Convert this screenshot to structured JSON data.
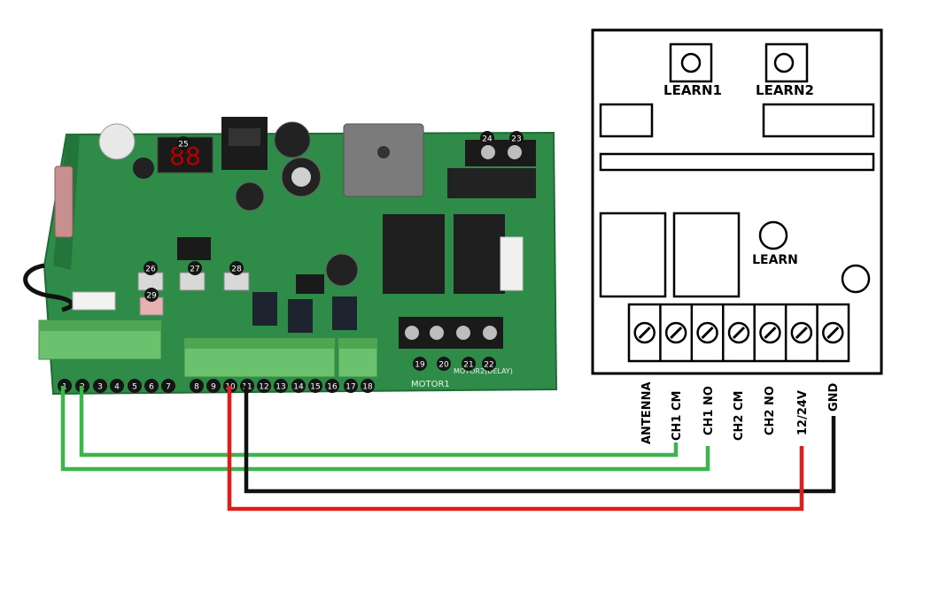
{
  "board": {
    "numbers": {
      "n1": "1",
      "n2": "2",
      "n3": "3",
      "n4": "4",
      "n5": "5",
      "n6": "6",
      "n7": "7",
      "n8": "8",
      "n9": "9",
      "n10": "10",
      "n11": "11",
      "n12": "12",
      "n13": "13",
      "n14": "14",
      "n15": "15",
      "n16": "16",
      "n17": "17",
      "n18": "18",
      "n19": "19",
      "n20": "20",
      "n21": "21",
      "n22": "22",
      "n23": "23",
      "n24": "24",
      "n25": "25",
      "n26": "26",
      "n27": "27",
      "n28": "28",
      "n29": "29"
    },
    "silkscreen": {
      "motor1": "MOTOR1",
      "motor2": "MOTOR2(DELAY)"
    },
    "led_display": "88"
  },
  "receiver": {
    "buttons": {
      "learn1": "LEARN1",
      "learn2": "LEARN2",
      "learn": "LEARN"
    },
    "terminals": {
      "antenna": "ANTENNA",
      "ch1cm": "CH1 CM",
      "ch1no": "CH1 NO",
      "ch2cm": "CH2 CM",
      "ch2no": "CH2 NO",
      "v1224": "12/24V",
      "gnd": "GND"
    }
  },
  "colors": {
    "green_wire": "#3db54a",
    "black_wire": "#111111",
    "red_wire": "#e21b1b",
    "pcb": "#2f8f4a"
  }
}
